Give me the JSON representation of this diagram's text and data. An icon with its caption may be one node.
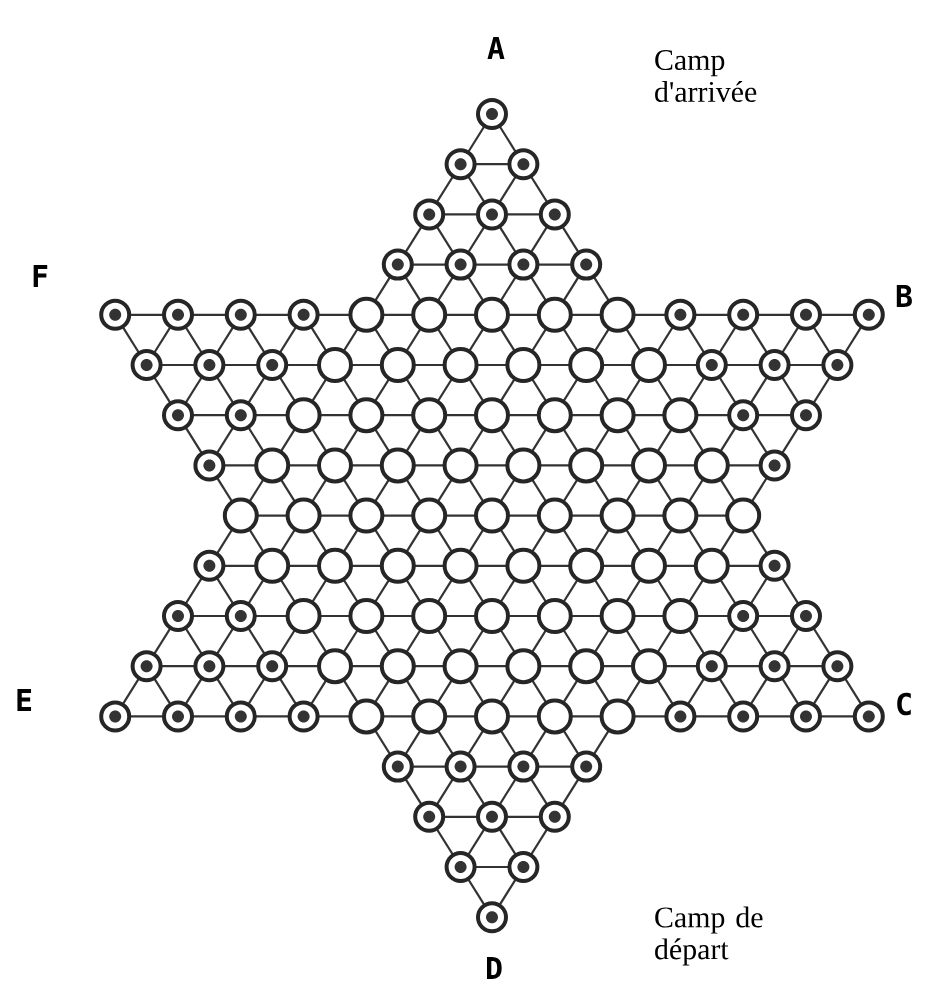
{
  "diagram": {
    "labels": [
      "A",
      "Camp d'arrivée",
      "F",
      "B",
      "E",
      "C",
      "Camp de départ",
      "D"
    ]
  }
}
